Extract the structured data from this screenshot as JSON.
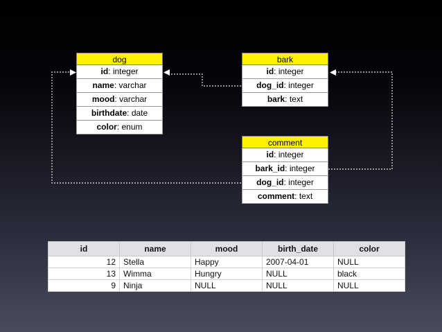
{
  "entities": {
    "dog": {
      "title": "dog",
      "fields": [
        {
          "name": "id",
          "type": ": integer"
        },
        {
          "name": "name",
          "type": ": varchar"
        },
        {
          "name": "mood",
          "type": ": varchar"
        },
        {
          "name": "birthdate",
          "type": ": date"
        },
        {
          "name": "color",
          "type": ": enum"
        }
      ]
    },
    "bark": {
      "title": "bark",
      "fields": [
        {
          "name": "id",
          "type": ": integer"
        },
        {
          "name": "dog_id",
          "type": ": integer"
        },
        {
          "name": "bark",
          "type": ": text"
        }
      ]
    },
    "comment": {
      "title": "comment",
      "fields": [
        {
          "name": "id",
          "type": ": integer"
        },
        {
          "name": "bark_id",
          "type": ": integer"
        },
        {
          "name": "dog_id",
          "type": ": integer"
        },
        {
          "name": "comment",
          "type": ": text"
        }
      ]
    }
  },
  "relations": [
    {
      "from": "bark.dog_id",
      "to": "dog.id"
    },
    {
      "from": "comment.bark_id",
      "to": "bark.id"
    },
    {
      "from": "comment.dog_id",
      "to": "dog.id"
    }
  ],
  "table": {
    "headers": [
      "id",
      "name",
      "mood",
      "birth_date",
      "color"
    ],
    "rows": [
      [
        "12",
        "Stella",
        "Happy",
        "2007-04-01",
        "NULL"
      ],
      [
        "13",
        "Wimma",
        "Hungry",
        "NULL",
        "black"
      ],
      [
        "9",
        "Ninja",
        "NULL",
        "NULL",
        "NULL"
      ]
    ]
  },
  "colors": {
    "header_fill": "#fff200",
    "connector": "#e6e6e6",
    "table_header_fill": "#dfe1e4"
  }
}
